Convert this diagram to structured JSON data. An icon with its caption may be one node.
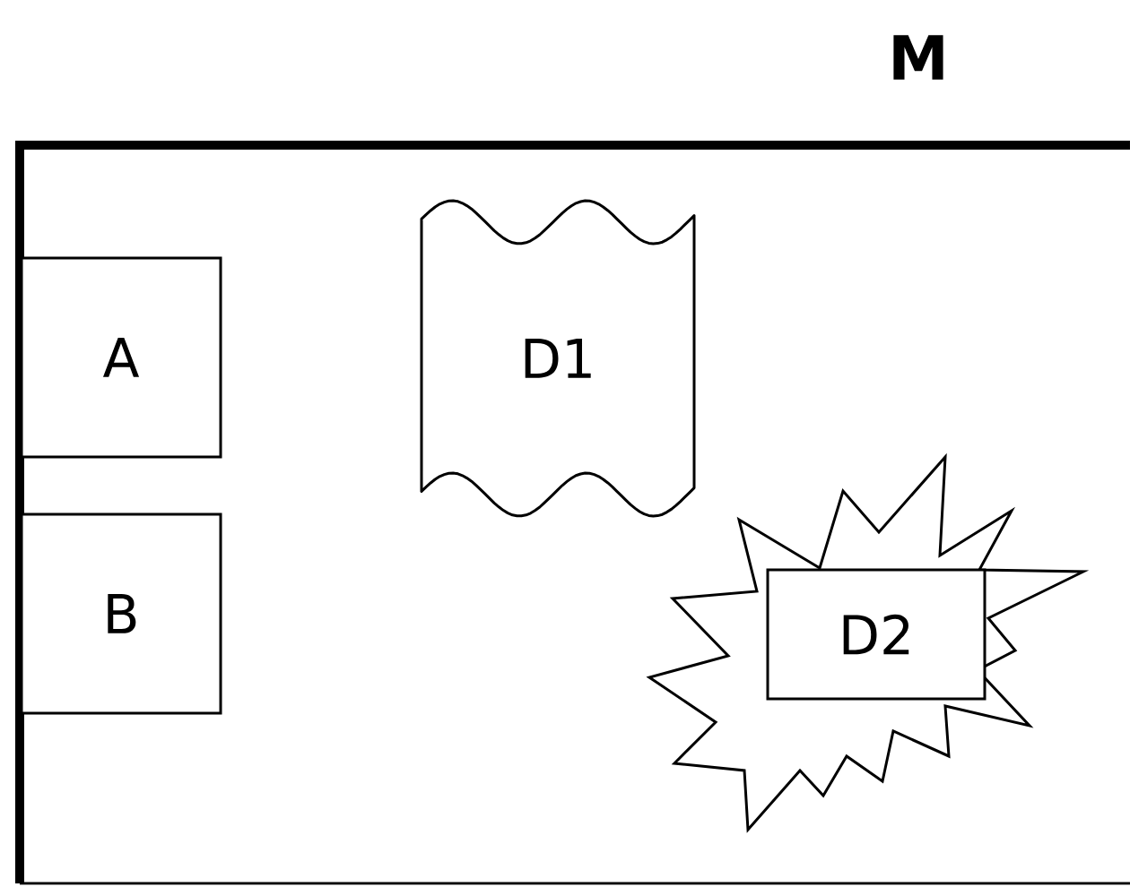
{
  "diagram": {
    "nodes": [
      {
        "text": [
          "M"
        ]
      },
      {
        "text": [
          "D1"
        ],
        "in": 0
      },
      {
        "text": [
          "A"
        ],
        "in": 0
      },
      {
        "text": [
          "B"
        ],
        "in": 0
      },
      {
        "text": [],
        "shape": "starburst",
        "in": 0
      },
      {
        "text": [
          "D2"
        ],
        "in": 4
      }
    ]
  }
}
